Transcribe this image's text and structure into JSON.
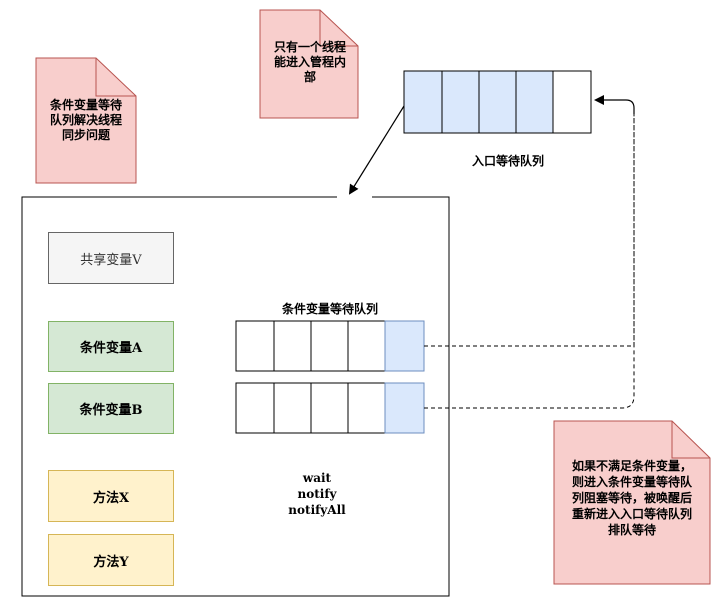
{
  "notes": {
    "cond_queue_note": "条件变量等待\n队列解决线程\n同步问题",
    "single_thread_note": "只有一个线程\n能进入管程内\n部",
    "wait_note": "如果不满足条件变量，\n则进入条件变量等待队\n列阻塞等待，被唤醒后\n重新进入入口等待队列\n排队等待"
  },
  "entry_queue": {
    "label": "入口等待队列"
  },
  "monitor": {
    "shared_var": "共享变量V",
    "cond_a": "条件变量A",
    "cond_b": "条件变量B",
    "cond_queue_label": "条件变量等待队列",
    "method_x": "方法X",
    "method_y": "方法Y",
    "methods": [
      "wait",
      "notify",
      "notifyAll"
    ]
  },
  "colors": {
    "note_fill": "#f8cecc",
    "note_stroke": "#b85450",
    "queue_blue": "#dae8fc",
    "queue_blue_stroke": "#6c8ebf",
    "green_fill": "#d5e8d4",
    "green_stroke": "#82b366",
    "yellow_fill": "#fff2cc",
    "yellow_stroke": "#d6b656",
    "gray_fill": "#f5f5f5",
    "gray_stroke": "#666666"
  }
}
